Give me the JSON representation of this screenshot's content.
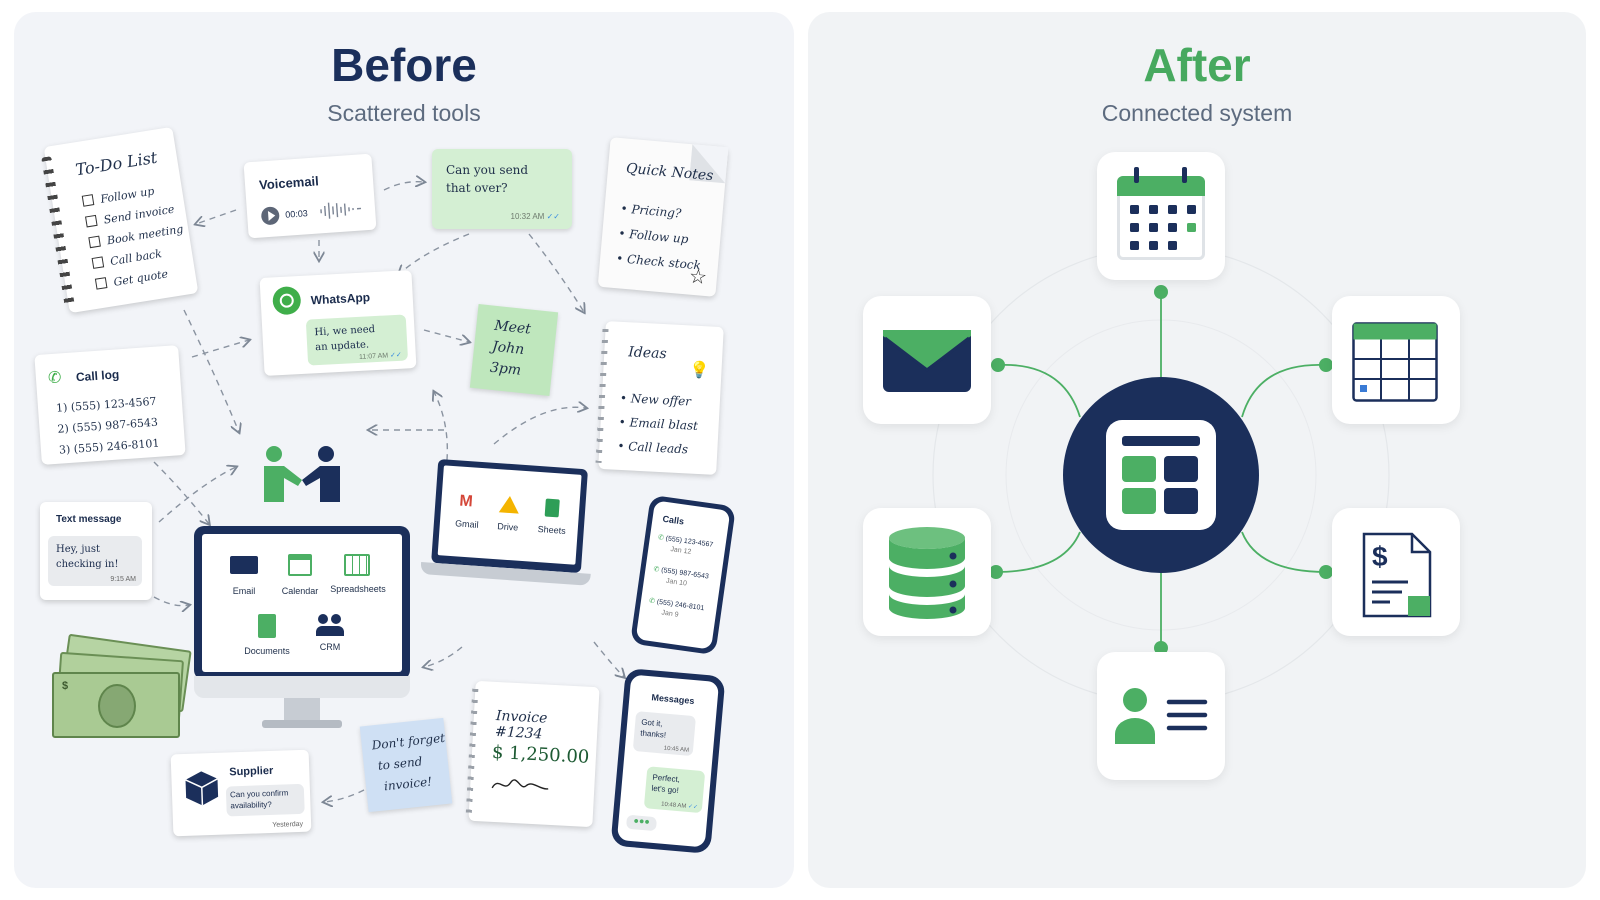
{
  "before": {
    "title": "Before",
    "subtitle": "Scattered tools",
    "todo": {
      "title": "To-Do List",
      "items": [
        "Follow up",
        "Send invoice",
        "Book meeting",
        "Call back",
        "Get quote"
      ]
    },
    "voicemail": {
      "title": "Voicemail",
      "duration": "00:03"
    },
    "green_chat": {
      "text_line1": "Can you send",
      "text_line2": "that over?",
      "time": "10:32 AM"
    },
    "quick_notes": {
      "title": "Quick Notes",
      "items": [
        "• Pricing?",
        "• Follow up",
        "• Check stock"
      ]
    },
    "whatsapp": {
      "title": "WhatsApp",
      "msg_line1": "Hi, we need",
      "msg_line2": "an update.",
      "time": "11:07 AM"
    },
    "sticky_green": {
      "line1": "Meet",
      "line2": "John",
      "line3": "3pm"
    },
    "ideas": {
      "title": "Ideas",
      "items": [
        "• New offer",
        "• Email blast",
        "• Call leads"
      ]
    },
    "call_log": {
      "title": "Call log",
      "items": [
        "1)  (555) 123-4567",
        "2)  (555) 987-6543",
        "3)  (555) 246-8101"
      ]
    },
    "text_message": {
      "title": "Text message",
      "msg_line1": "Hey, just",
      "msg_line2": "checking in!",
      "time": "9:15 AM"
    },
    "laptop": {
      "apps": [
        "Gmail",
        "Drive",
        "Sheets"
      ]
    },
    "monitor": {
      "apps": [
        "Email",
        "Calendar",
        "Spreadsheets",
        "Documents",
        "CRM"
      ]
    },
    "phone_calls": {
      "title": "Calls",
      "entries": [
        {
          "num": "(555) 123-4567",
          "date": "Jan 12"
        },
        {
          "num": "(555) 987-6543",
          "date": "Jan 10"
        },
        {
          "num": "(555) 246-8101",
          "date": "Jan 9"
        }
      ]
    },
    "phone_messages": {
      "title": "Messages",
      "msg1_line1": "Got it,",
      "msg1_line2": "thanks!",
      "msg1_time": "10:45 AM",
      "msg2_line1": "Perfect,",
      "msg2_line2": "let's go!",
      "msg2_time": "10:48 AM"
    },
    "invoice": {
      "title": "Invoice #1234",
      "amount": "$ 1,250.00"
    },
    "sticky_blue": {
      "line1": "Don't forget",
      "line2": "to send",
      "line3": "invoice!"
    },
    "supplier": {
      "title": "Supplier",
      "msg_line1": "Can you confirm",
      "msg_line2": "availability?",
      "time": "Yesterday"
    }
  },
  "after": {
    "title": "After",
    "subtitle": "Connected system",
    "nodes": [
      "calendar-icon",
      "email-icon",
      "spreadsheet-icon",
      "database-icon",
      "invoice-icon",
      "contact-icon"
    ],
    "hub": "dashboard-icon"
  },
  "colors": {
    "navy": "#1b2f5b",
    "green": "#4caf64",
    "before_title": "#1b2f5b",
    "after_title": "#47a95f"
  }
}
